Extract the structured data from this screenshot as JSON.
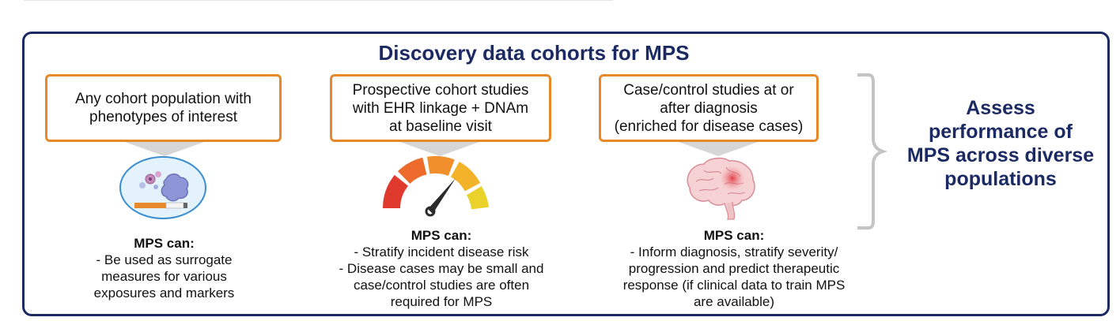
{
  "title": "Discovery data cohorts for MPS",
  "cohorts": [
    {
      "box": [
        "Any cohort population with",
        "phenotypes of interest"
      ],
      "icon": "cells-cigarette-icon",
      "heading": "MPS can:",
      "lines": [
        "- Be used as surrogate",
        "measures for various",
        "exposures and markers"
      ]
    },
    {
      "box": [
        "Prospective cohort studies",
        "with EHR linkage + DNAm",
        "at baseline visit"
      ],
      "icon": "risk-gauge-icon",
      "heading": "MPS can:",
      "lines": [
        "- Stratify incident disease risk",
        "- Disease cases may be small and",
        "case/control studies are often",
        "required for MPS"
      ]
    },
    {
      "box": [
        "Case/control studies at or",
        "after diagnosis",
        "(enriched for disease cases)"
      ],
      "icon": "brain-icon",
      "heading": "MPS can:",
      "lines": [
        "- Inform diagnosis, stratify severity/",
        "progression and predict therapeutic",
        "response (if clinical data to train MPS",
        "are available)"
      ]
    }
  ],
  "assess": [
    "Assess",
    "performance of",
    "MPS across diverse",
    "populations"
  ],
  "colors": {
    "frame": "#1c2a63",
    "box_border": "#e5892b",
    "arrow": "#d6d6d6",
    "brace": "#c4c4c4"
  }
}
